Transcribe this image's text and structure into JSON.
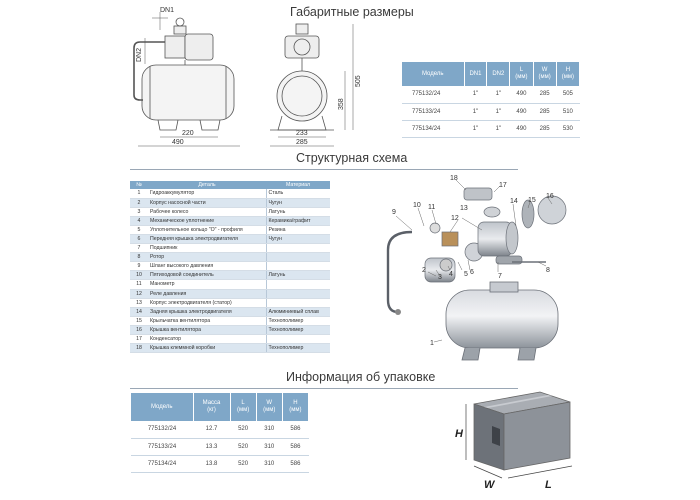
{
  "titles": {
    "dimensions": "Габаритные размеры",
    "structure": "Структурная схема",
    "packing": "Информация об упаковке"
  },
  "drawing_side": {
    "dn1": "DN1",
    "dn2": "DN2",
    "d220": "220",
    "d490": "490"
  },
  "drawing_front": {
    "d505": "505",
    "d358": "358",
    "d233": "233",
    "d285": "285"
  },
  "dims_table": {
    "headers": [
      "Модель",
      "DN1",
      "DN2",
      "L\n(мм)",
      "W\n(мм)",
      "H\n(мм)"
    ],
    "rows": [
      [
        "775132/24",
        "1\"",
        "1\"",
        "490",
        "285",
        "505"
      ],
      [
        "775133/24",
        "1\"",
        "1\"",
        "490",
        "285",
        "510"
      ],
      [
        "775134/24",
        "1\"",
        "1\"",
        "490",
        "285",
        "530"
      ]
    ]
  },
  "parts_table": {
    "headers": [
      "№",
      "Деталь",
      "Материал"
    ],
    "rows": [
      [
        "1",
        "Гидроаккумулятор",
        "Сталь"
      ],
      [
        "2",
        "Корпус насосной части",
        "Чугун"
      ],
      [
        "3",
        "Рабочее колесо",
        "Латунь"
      ],
      [
        "4",
        "Механическое уплотнение",
        "Керамика/графит"
      ],
      [
        "5",
        "Уплотнительное кольцо \"О\" - профиля",
        "Резина"
      ],
      [
        "6",
        "Передняя крышка электродвигателя",
        "Чугун"
      ],
      [
        "7",
        "Подшипник",
        ""
      ],
      [
        "8",
        "Ротор",
        ""
      ],
      [
        "9",
        "Шланг высокого давления",
        ""
      ],
      [
        "10",
        "Пятиходовой соединитель",
        "Латунь"
      ],
      [
        "11",
        "Манометр",
        ""
      ],
      [
        "12",
        "Реле давления",
        ""
      ],
      [
        "13",
        "Корпус электродвигателя (статор)",
        ""
      ],
      [
        "14",
        "Задняя крышка электродвигателя",
        "Алюминиевый сплав"
      ],
      [
        "15",
        "Крыльчатка вентилятора",
        "Технополимер"
      ],
      [
        "16",
        "Крышка вентилятора",
        "Технополимер"
      ],
      [
        "17",
        "Конденсатор",
        ""
      ],
      [
        "18",
        "Крышка клеммной коробки",
        "Технополимер"
      ]
    ]
  },
  "callouts": [
    "1",
    "2",
    "3",
    "4",
    "5",
    "6",
    "7",
    "8",
    "9",
    "10",
    "11",
    "12",
    "13",
    "14",
    "15",
    "16",
    "17",
    "18"
  ],
  "pack_table": {
    "headers": [
      "Модель",
      "Масса\n(кг)",
      "L\n(мм)",
      "W\n(мм)",
      "H\n(мм)"
    ],
    "rows": [
      [
        "775132/24",
        "12.7",
        "520",
        "310",
        "586"
      ],
      [
        "775133/24",
        "13.3",
        "520",
        "310",
        "586"
      ],
      [
        "775134/24",
        "13.8",
        "520",
        "310",
        "586"
      ]
    ]
  },
  "box_labels": {
    "h": "H",
    "w": "W",
    "l": "L"
  },
  "colors": {
    "table_header": "#7fa7c8",
    "row_stripe": "#dbe6f0",
    "rule": "#9aa7b5"
  }
}
